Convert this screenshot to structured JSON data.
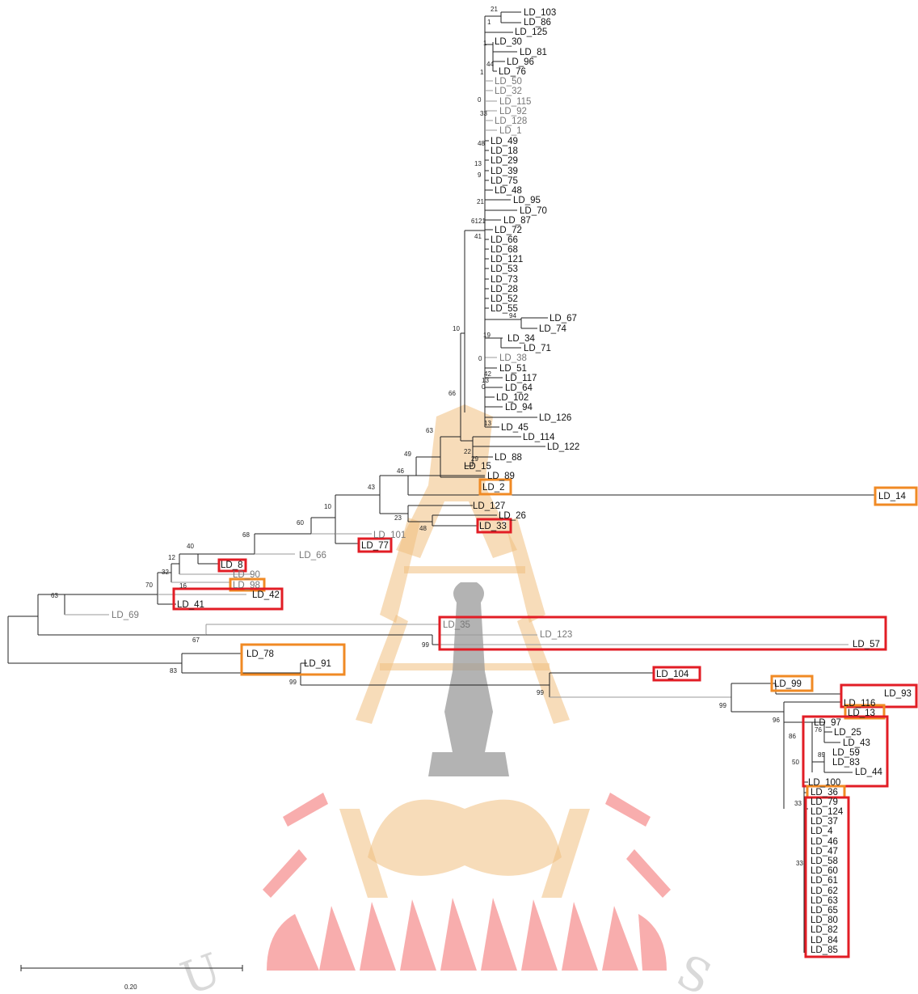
{
  "scale_bar": {
    "label": "0.20"
  },
  "watermark": {
    "text_left": "U",
    "text_right": "S"
  },
  "highlight_colors": {
    "red": "#e21d25",
    "orange": "#f08a24"
  },
  "labels": {
    "LD_103": "LD_103",
    "LD_86": "LD_86",
    "LD_125": "LD_125",
    "LD_30": "LD_30",
    "LD_81": "LD_81",
    "LD_96": "LD_96",
    "LD_76": "LD_76",
    "LD_50": "LD_50",
    "LD_32": "LD_32",
    "LD_115": "LD_115",
    "LD_92": "LD_92",
    "LD_128": "LD_128",
    "LD_1": "LD_1",
    "LD_49": "LD_49",
    "LD_18": "LD_18",
    "LD_29": "LD_29",
    "LD_39": "LD_39",
    "LD_75": "LD_75",
    "LD_48": "LD_48",
    "LD_95": "LD_95",
    "LD_70": "LD_70",
    "LD_87": "LD_87",
    "LD_72": "LD_72",
    "LD_66": "LD_66",
    "LD_68": "LD_68",
    "LD_121": "LD_121",
    "LD_53": "LD_53",
    "LD_73": "LD_73",
    "LD_28": "LD_28",
    "LD_52": "LD_52",
    "LD_55": "LD_55",
    "LD_67": "LD_67",
    "LD_74": "LD_74",
    "LD_34": "LD_34",
    "LD_71": "LD_71",
    "LD_38": "LD_38",
    "LD_51": "LD_51",
    "LD_117": "LD_117",
    "LD_64": "LD_64",
    "LD_102": "LD_102",
    "LD_94": "LD_94",
    "LD_126": "LD_126",
    "LD_45": "LD_45",
    "LD_114": "LD_114",
    "LD_122": "LD_122",
    "LD_88": "LD_88",
    "LD_15": "LD_15",
    "LD_89": "LD_89",
    "LD_2": "LD_2",
    "LD_14": "LD_14",
    "LD_127": "LD_127",
    "LD_26": "LD_26",
    "LD_33": "LD_33",
    "LD_101": "LD_101",
    "LD_77": "LD_77",
    "LD_66b": "LD_66",
    "LD_8": "LD_8",
    "LD_90": "LD_90",
    "LD_98": "LD_98",
    "LD_42": "LD_42",
    "LD_41": "LD_41",
    "LD_69": "LD_69",
    "LD_35": "LD_35",
    "LD_123": "LD_123",
    "LD_57": "LD_57",
    "LD_78": "LD_78",
    "LD_91": "LD_91",
    "LD_104": "LD_104",
    "LD_99": "LD_99",
    "LD_93": "LD_93",
    "LD_116": "LD_116",
    "LD_13": "LD_13",
    "LD_97": "LD_97",
    "LD_25": "LD_25",
    "LD_43": "LD_43",
    "LD_59": "LD_59",
    "LD_83": "LD_83",
    "LD_44": "LD_44",
    "LD_100": "LD_100",
    "LD_36": "LD_36",
    "LD_79": "LD_79",
    "LD_124": "LD_124",
    "LD_37": "LD_37",
    "LD_4": "LD_4",
    "LD_46": "LD_46",
    "LD_47": "LD_47",
    "LD_58": "LD_58",
    "LD_60": "LD_60",
    "LD_61": "LD_61",
    "LD_62": "LD_62",
    "LD_63": "LD_63",
    "LD_65": "LD_65",
    "LD_80": "LD_80",
    "LD_82": "LD_82",
    "LD_84": "LD_84",
    "LD_85": "LD_85"
  },
  "bootstrap": {
    "b1": "21",
    "b2": "1",
    "b3": "1",
    "b4": "44",
    "b5": "1",
    "b6": "0",
    "b7": "33",
    "b8": "48",
    "b9": "13",
    "b10": "9",
    "b11": "21",
    "b12": "61",
    "b12b": "21",
    "b13": "41",
    "b14": "94",
    "b15": "19",
    "b16": "0",
    "b17": "42",
    "b18": "13",
    "b19": "0",
    "b20": "10",
    "b21": "13",
    "b22": "66",
    "b23": "63",
    "b24": "22",
    "b25": "29",
    "b26": "49",
    "b27": "46",
    "b28": "43",
    "b29": "23",
    "b30": "48",
    "b31": "10",
    "b32": "60",
    "b33": "68",
    "b34": "40",
    "b35": "12",
    "b36": "32",
    "b37": "16",
    "b38": "70",
    "b39": "63",
    "b40": "67",
    "b41": "99",
    "b42": "83",
    "b43": "99",
    "b44": "99",
    "b45": "99",
    "b46": "96",
    "b47": "76",
    "b48": "86",
    "b49": "89",
    "b50": "50",
    "b51": "33",
    "b52": "33"
  }
}
